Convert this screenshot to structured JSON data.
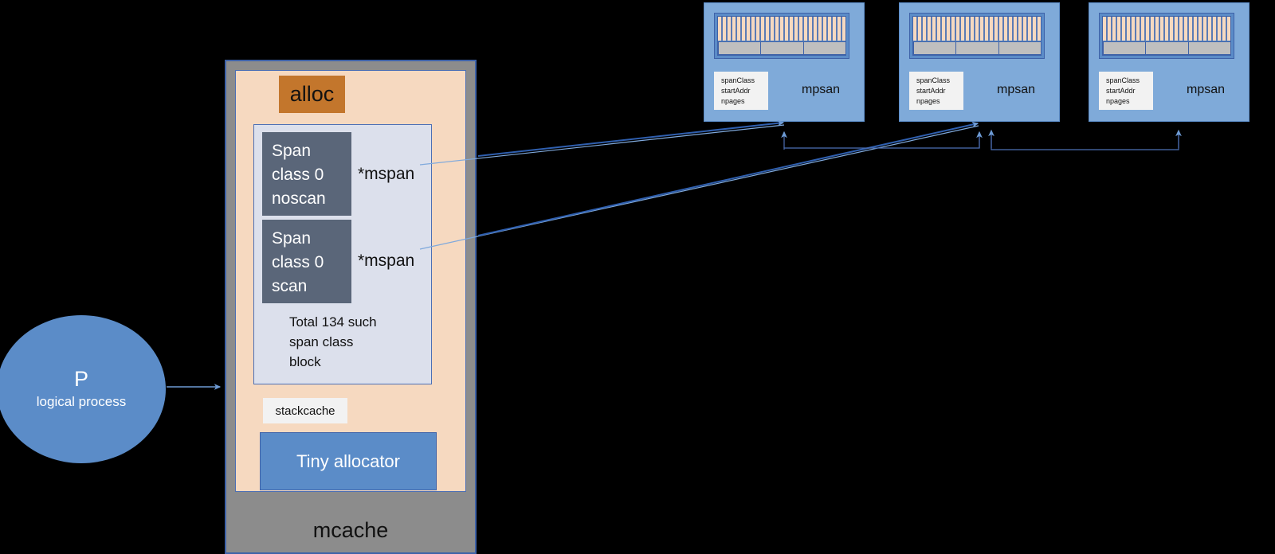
{
  "diagram": {
    "title": "Go runtime mcache / mspan allocation diagram",
    "colors": {
      "process_fill": "#5B8CC8",
      "mcache_fill": "#8C8C8C",
      "alloc_region_fill": "#F6D9C0",
      "alloc_chip_fill": "#C3762C",
      "spanclass_panel_fill": "#DCE0EC",
      "spanclass_chip_fill": "#5A6679",
      "mspan_fill": "#7FAAD9",
      "connector_stroke": "#4C6FB5",
      "border_blue": "#3E62A8"
    }
  },
  "process": {
    "name": "P",
    "subtitle": "logical process"
  },
  "mcache": {
    "label": "mcache",
    "alloc": {
      "label": "alloc",
      "spanclass_panel": {
        "entries": [
          {
            "chip_label": "Span\nclass 0\nnoscan",
            "chip_lines": [
              "Span",
              "class 0",
              "noscan"
            ],
            "pointer_label": "*mspan"
          },
          {
            "chip_label": "Span\nclass 0\nscan",
            "chip_lines": [
              "Span",
              "class 0",
              "scan"
            ],
            "pointer_label": "*mspan"
          }
        ],
        "note": "Total 134 such span class block",
        "note_lines": [
          "Total 134 such",
          "span class",
          "block"
        ],
        "total_span_classes": 134
      },
      "stackcache": {
        "label": "stackcache"
      },
      "tiny_allocator": {
        "label": "Tiny allocator"
      }
    }
  },
  "mspans": [
    {
      "title": "mpsan",
      "fields": [
        "spanClass",
        "startAddr",
        "npages"
      ],
      "memory": {
        "slot_count": 32,
        "row_count": 3
      }
    },
    {
      "title": "mpsan",
      "fields": [
        "spanClass",
        "startAddr",
        "npages"
      ],
      "memory": {
        "slot_count": 32,
        "row_count": 3
      }
    },
    {
      "title": "mpsan",
      "fields": [
        "spanClass",
        "startAddr",
        "npages"
      ],
      "memory": {
        "slot_count": 32,
        "row_count": 3
      }
    }
  ]
}
